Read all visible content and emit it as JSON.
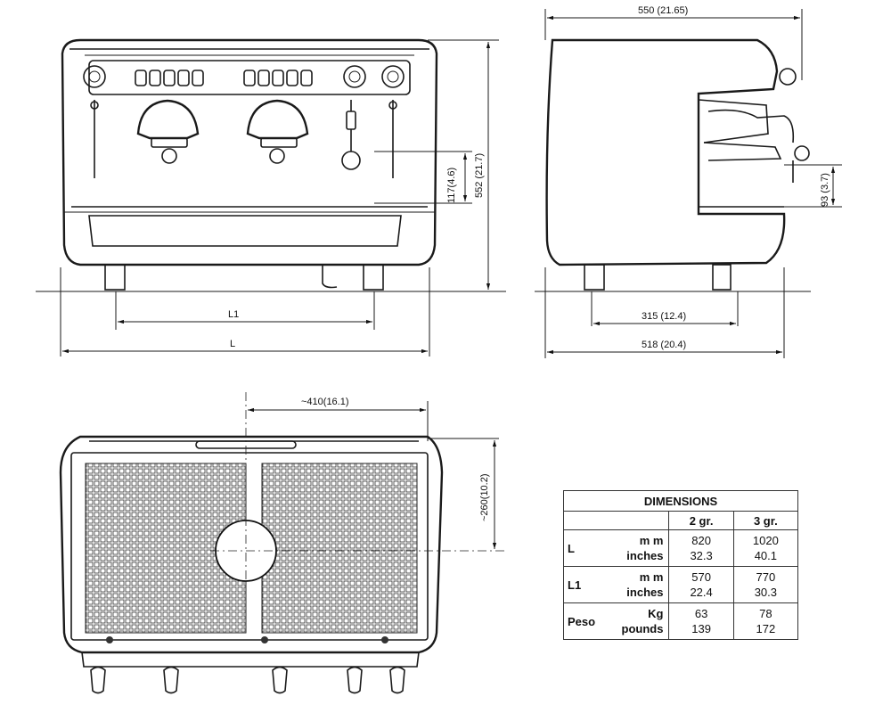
{
  "dimension_labels": {
    "front_l1": "L1",
    "front_l": "L",
    "front_height_117": "117(4.6)",
    "front_height_552": "552 (21.7)",
    "side_width_550": "550 (21.65)",
    "side_height_93": "93 (3.7)",
    "side_foot_315": "315 (12.4)",
    "side_base_518": "518 (20.4)",
    "top_width_410": "~410(16.1)",
    "top_depth_260": "~260(10.2)"
  },
  "table": {
    "title": "DIMENSIONS",
    "col_2gr": "2 gr.",
    "col_3gr": "3 gr.",
    "rows": [
      {
        "label": "L",
        "units": [
          "m m",
          "inches"
        ],
        "v2": [
          "820",
          "32.3"
        ],
        "v3": [
          "1020",
          "40.1"
        ]
      },
      {
        "label": "L1",
        "units": [
          "m m",
          "inches"
        ],
        "v2": [
          "570",
          "22.4"
        ],
        "v3": [
          "770",
          "30.3"
        ]
      },
      {
        "label": "Peso",
        "units": [
          "Kg",
          "pounds"
        ],
        "v2": [
          "63",
          "139"
        ],
        "v3": [
          "78",
          "172"
        ]
      }
    ]
  }
}
